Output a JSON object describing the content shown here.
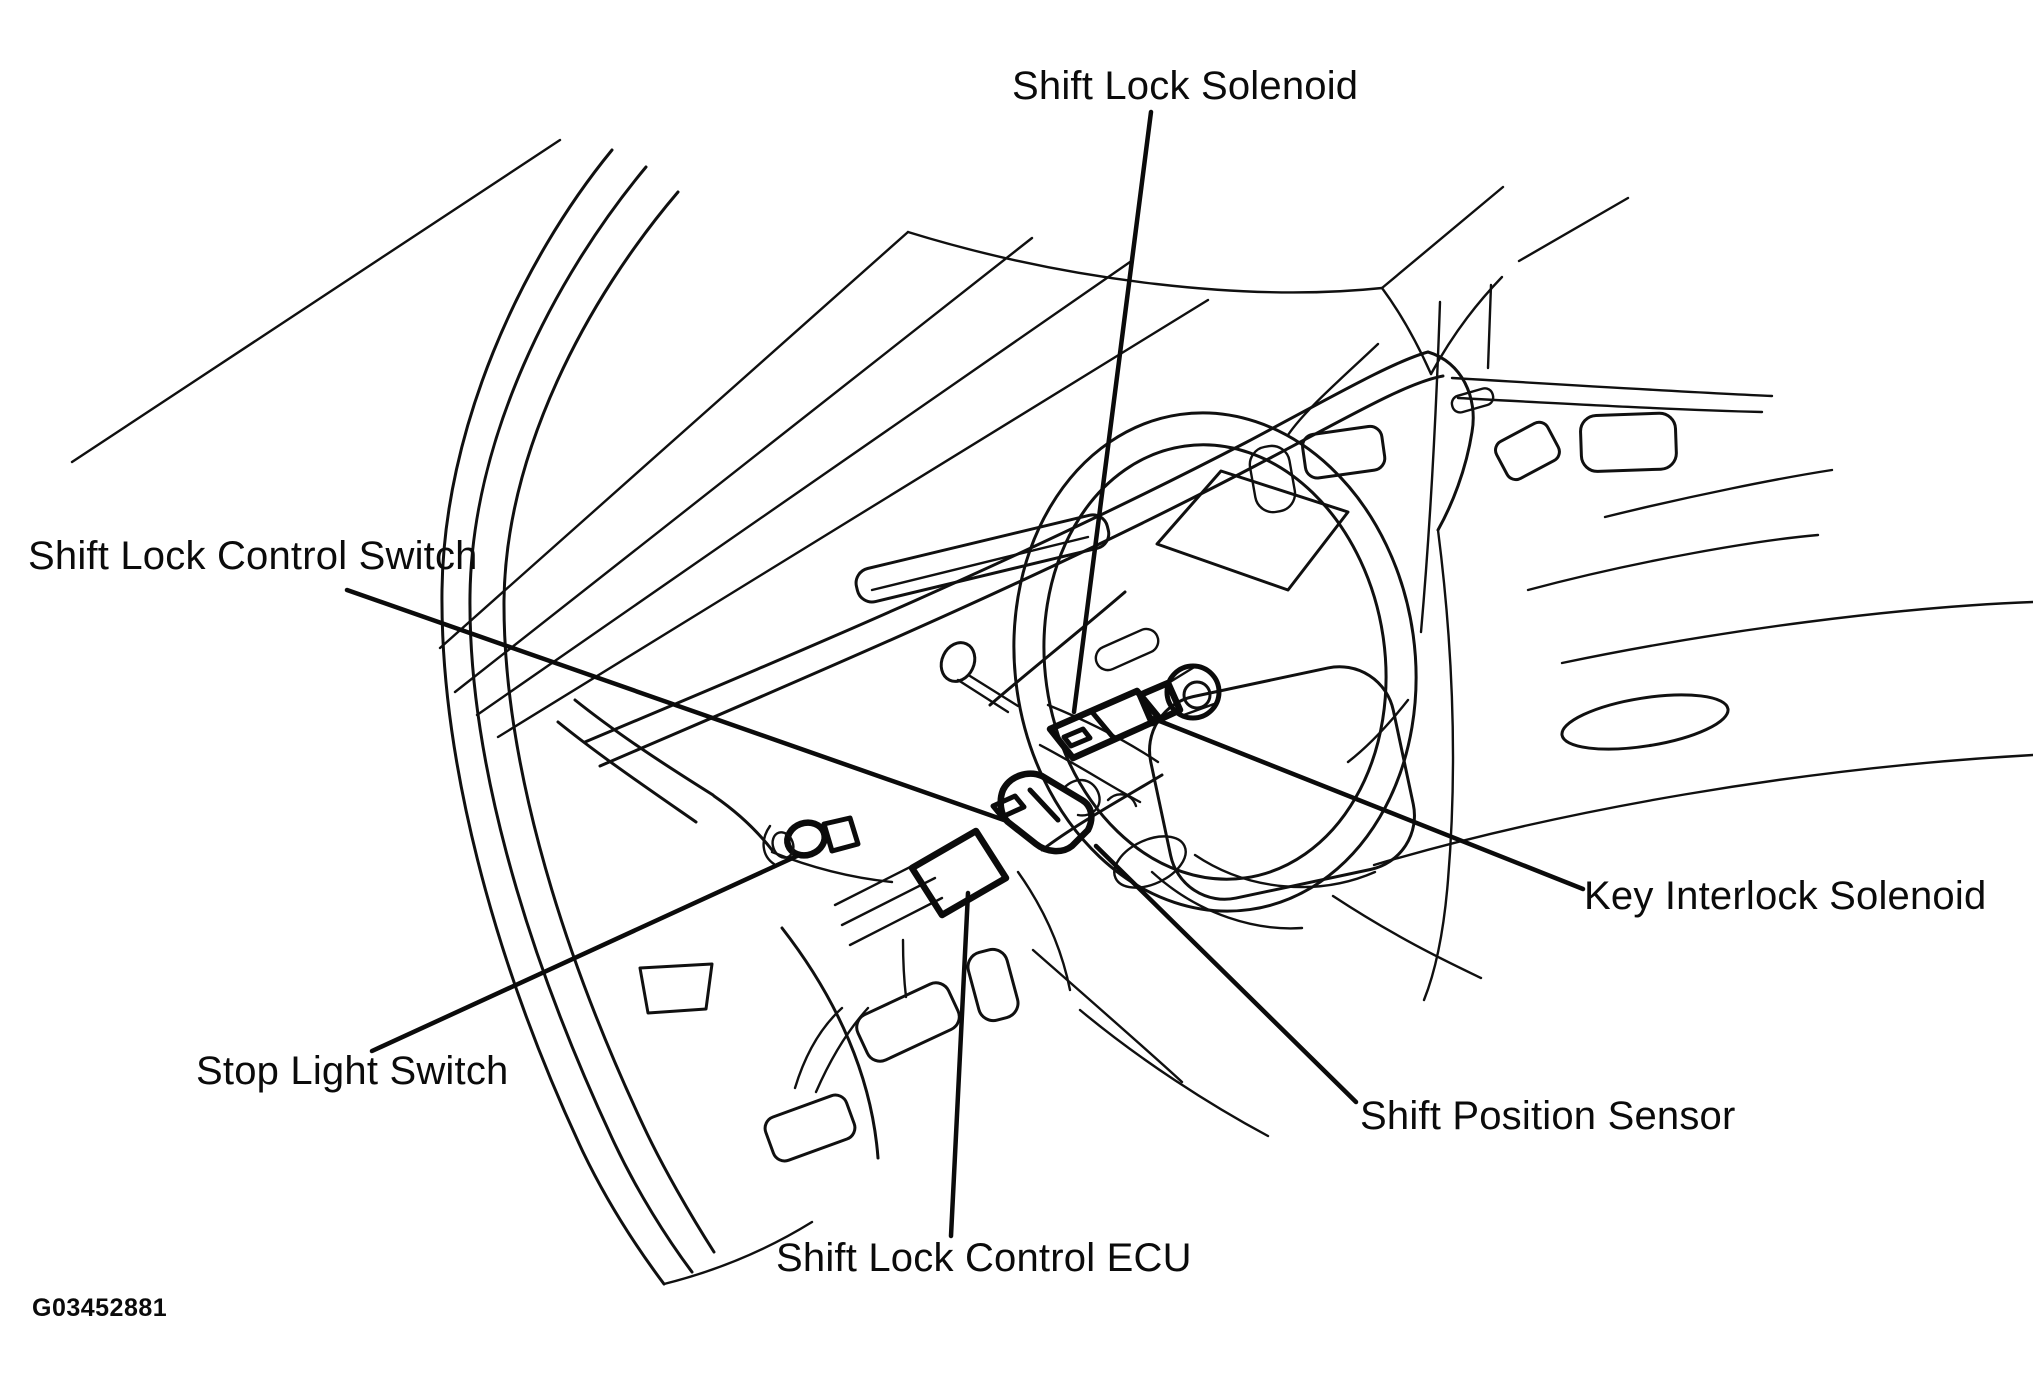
{
  "figure": {
    "code": "G03452881",
    "type": "component-location-diagram",
    "subject": "vehicle interior - steering column, dashboard and pedals line drawing"
  },
  "colors": {
    "background": "#ffffff",
    "line": "#101010"
  },
  "labels": {
    "shift_lock_solenoid": "Shift Lock Solenoid",
    "shift_lock_control_switch": "Shift Lock Control Switch",
    "key_interlock_solenoid": "Key Interlock Solenoid",
    "stop_light_switch": "Stop Light Switch",
    "shift_position_sensor": "Shift Position Sensor",
    "shift_lock_control_ecu": "Shift Lock Control ECU"
  }
}
